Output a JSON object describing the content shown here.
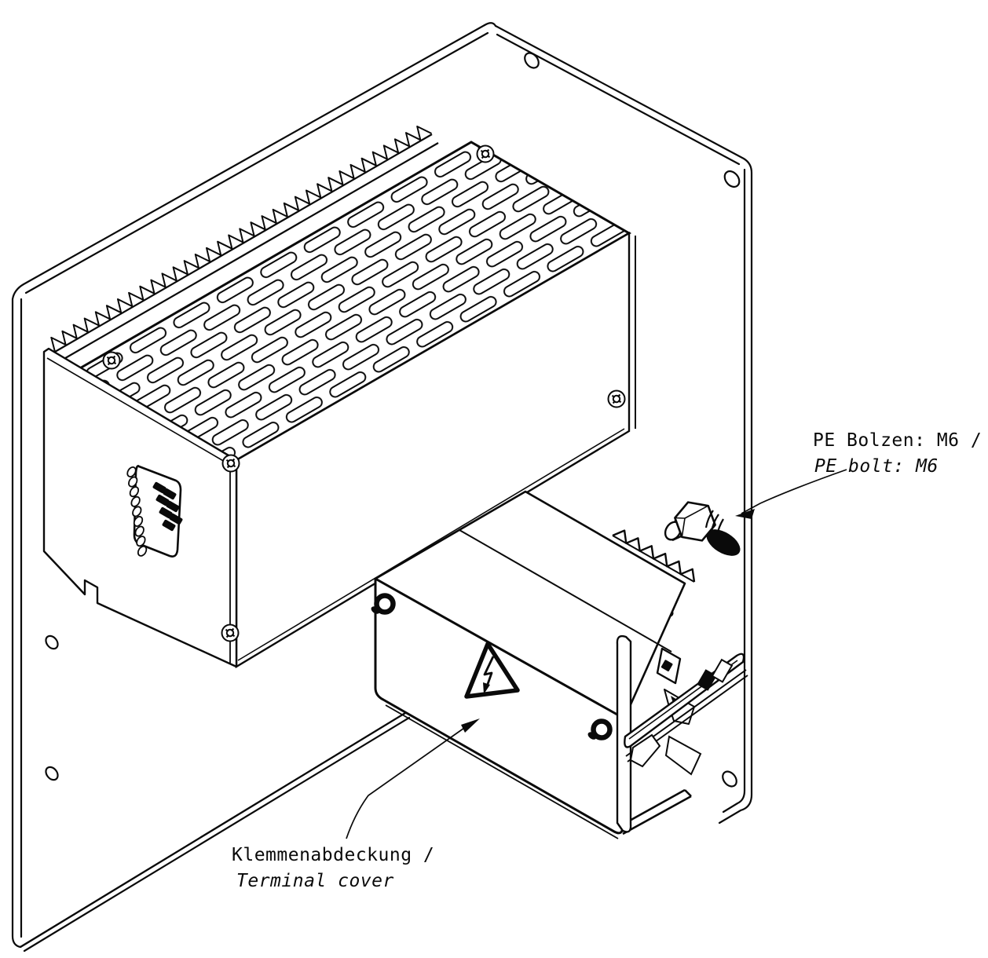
{
  "drawing": {
    "title": "PSU mounting panel isometric drawing",
    "background_color": "#ffffff",
    "line_color": "#0a0a0a"
  },
  "labels": {
    "pe_bolt": {
      "line1_de": "PE Bolzen: M6 /",
      "line2_en": "PE bolt: M6"
    },
    "terminal_cover": {
      "line1_de": "Klemmenabdeckung /",
      "line2_en": "Terminal cover"
    }
  },
  "icons": {
    "warning": "high-voltage-warning-icon",
    "pe_bolt": "pe-bolt",
    "din_rail": "din-rail"
  }
}
